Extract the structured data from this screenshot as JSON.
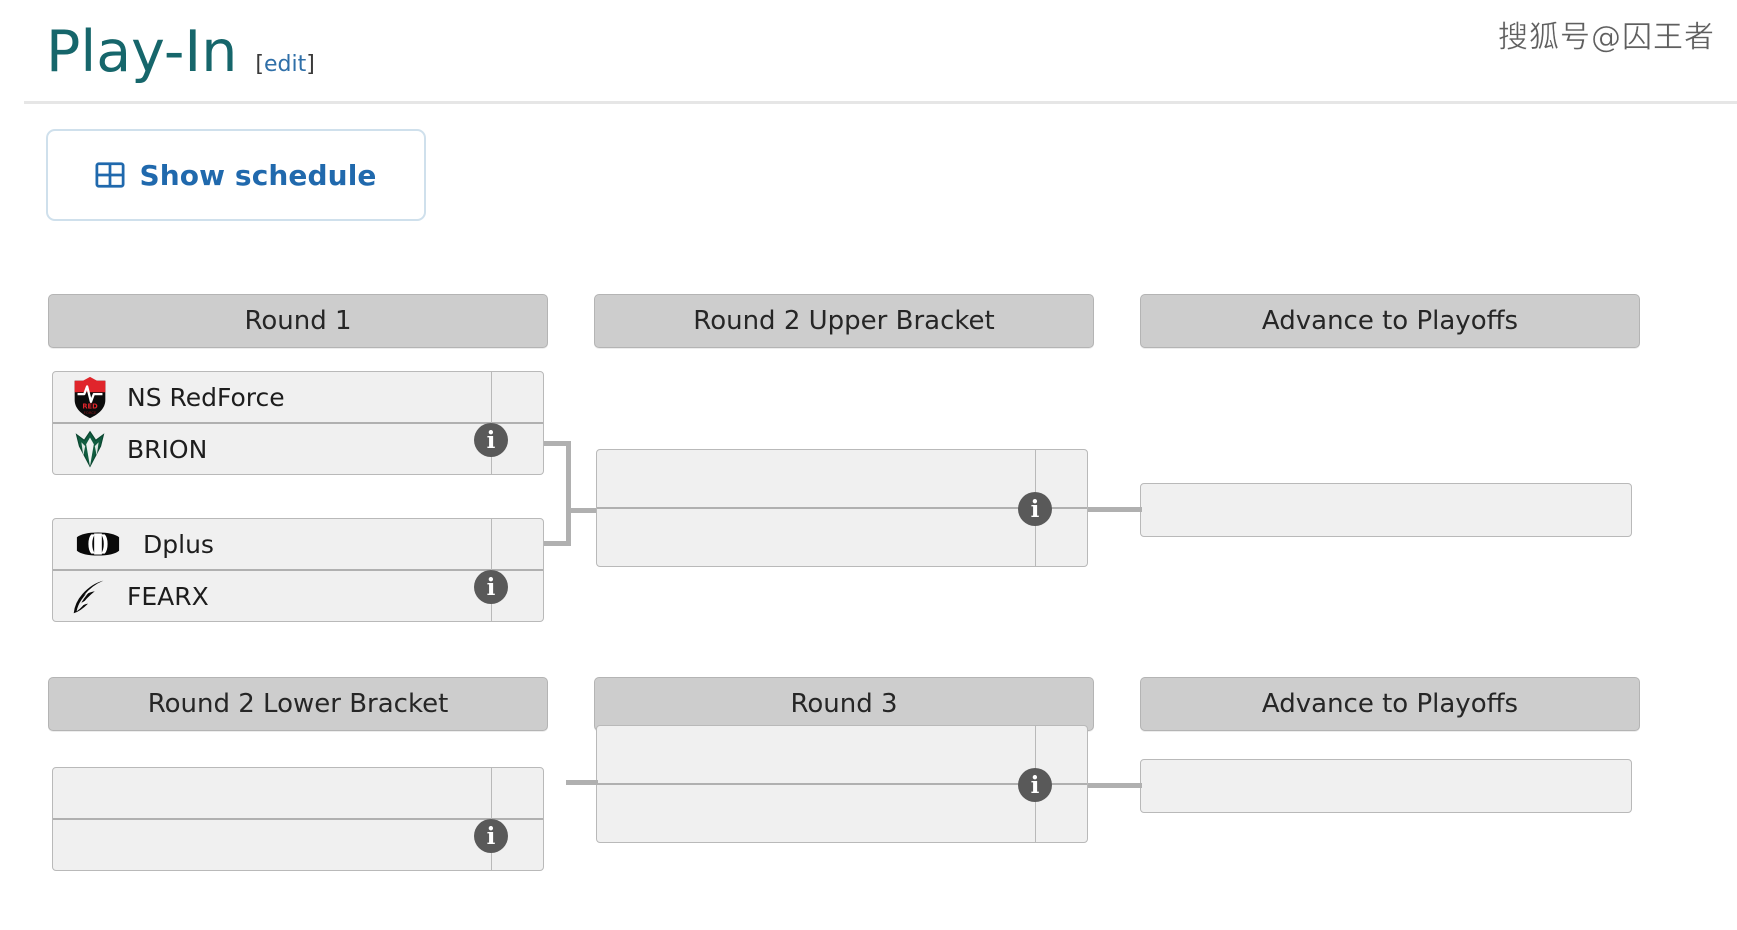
{
  "watermark": {
    "text": "搜狐号@囚王者"
  },
  "header": {
    "title": "Play-In",
    "edit_label": "[edit]",
    "edit_bracket_open": "[",
    "edit_text": "edit",
    "edit_bracket_close": "]"
  },
  "toolbar": {
    "show_schedule_label": "Show schedule",
    "show_schedule_icon": "table-grid-icon"
  },
  "colors": {
    "title_teal": "#16666b",
    "link_blue": "#2069ad",
    "header_grey": "#cdcdcd",
    "match_grey": "#f0f0f0",
    "border_grey": "#b9b9b9",
    "connector_grey": "#b0b0b0",
    "info_badge": "#595959"
  },
  "bracket": {
    "info_badge_glyph": "i",
    "upper": {
      "headers": [
        {
          "label": "Round 1"
        },
        {
          "label": "Round 2 Upper Bracket"
        },
        {
          "label": "Advance to Playoffs"
        }
      ],
      "round1": [
        {
          "name": "match-ns-vs-brion",
          "teams": [
            {
              "name": "NS RedForce",
              "logo": "ns-redforce-logo",
              "score": ""
            },
            {
              "name": "BRION",
              "logo": "brion-logo",
              "score": ""
            }
          ]
        },
        {
          "name": "match-dplus-vs-fearx",
          "teams": [
            {
              "name": "Dplus",
              "logo": "dplus-logo",
              "score": ""
            },
            {
              "name": "FEARX",
              "logo": "fearx-logo",
              "score": ""
            }
          ]
        }
      ],
      "round2": [
        {
          "name": "match-round2-upper",
          "teams": [
            {
              "name": "",
              "logo": "",
              "score": ""
            },
            {
              "name": "",
              "logo": "",
              "score": ""
            }
          ]
        }
      ],
      "advance": [
        {
          "name": "advance-upper-slot",
          "teams": [
            {
              "name": "",
              "logo": "",
              "score": ""
            }
          ]
        }
      ]
    },
    "lower": {
      "headers": [
        {
          "label": "Round 2 Lower Bracket"
        },
        {
          "label": "Round 3"
        },
        {
          "label": "Advance to Playoffs"
        }
      ],
      "round2lower": [
        {
          "name": "match-round2-lower",
          "teams": [
            {
              "name": "",
              "logo": "",
              "score": ""
            },
            {
              "name": "",
              "logo": "",
              "score": ""
            }
          ]
        }
      ],
      "round3": [
        {
          "name": "match-round3",
          "teams": [
            {
              "name": "",
              "logo": "",
              "score": ""
            },
            {
              "name": "",
              "logo": "",
              "score": ""
            }
          ]
        }
      ],
      "advance": [
        {
          "name": "advance-lower-slot",
          "teams": [
            {
              "name": "",
              "logo": "",
              "score": ""
            }
          ]
        }
      ]
    }
  }
}
